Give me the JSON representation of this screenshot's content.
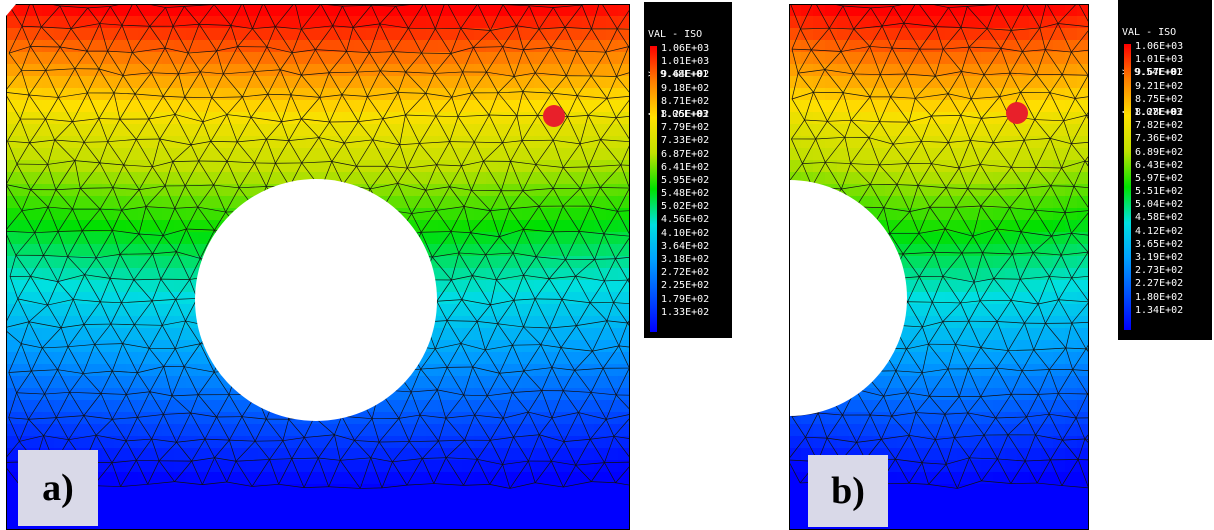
{
  "panel_a": {
    "label": "a)",
    "legend": {
      "header": [
        "VAL - ISO",
        "> 9.48E+01",
        "< 1.06E+03"
      ],
      "values": [
        "1.06E+03",
        "1.01E+03",
        "9.64E+02",
        "9.18E+02",
        "8.71E+02",
        "8.25E+02",
        "7.79E+02",
        "7.33E+02",
        "6.87E+02",
        "6.41E+02",
        "5.95E+02",
        "5.48E+02",
        "5.02E+02",
        "4.56E+02",
        "4.10E+02",
        "3.64E+02",
        "3.18E+02",
        "2.72E+02",
        "2.25E+02",
        "1.79E+02",
        "1.33E+02"
      ]
    }
  },
  "panel_b": {
    "label": "b)",
    "legend": {
      "header": [
        "VAL - ISO",
        "> 9.54E+01",
        "< 1.07E+03"
      ],
      "values": [
        "1.06E+03",
        "1.01E+03",
        "9.67E+02",
        "9.21E+02",
        "8.75E+02",
        "8.28E+02",
        "7.82E+02",
        "7.36E+02",
        "6.89E+02",
        "6.43E+02",
        "5.97E+02",
        "5.51E+02",
        "5.04E+02",
        "4.58E+02",
        "4.12E+02",
        "3.65E+02",
        "3.19E+02",
        "2.73E+02",
        "2.27E+02",
        "1.80E+02",
        "1.34E+02"
      ]
    }
  },
  "colormap": [
    "#0000ff",
    "#0050ff",
    "#00a0ff",
    "#00e0e0",
    "#00e000",
    "#c0e000",
    "#ffe000",
    "#ff8000",
    "#ff0000"
  ],
  "marker_color": "#e8202a"
}
